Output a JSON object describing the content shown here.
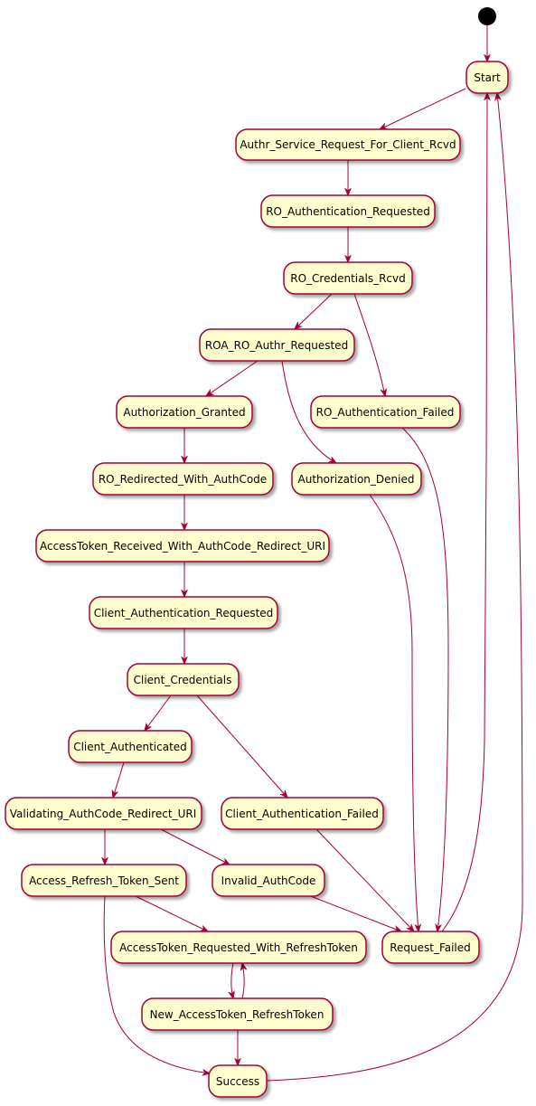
{
  "diagram": {
    "type": "state-diagram",
    "colors": {
      "state_fill": "#FEFECE",
      "state_border": "#A80036",
      "edge": "#A80036",
      "initial": "#000000",
      "text": "#000000",
      "shadow": "#bdbdbd"
    },
    "states": {
      "start": "Start",
      "authr_service_request": "Authr_Service_Request_For_Client_Rcvd",
      "ro_authentication_requested": "RO_Authentication_Requested",
      "ro_credentials_rcvd": "RO_Credentials_Rcvd",
      "roa_ro_authr_requested": "ROA_RO_Authr_Requested",
      "authorization_granted": "Authorization_Granted",
      "ro_authentication_failed": "RO_Authentication_Failed",
      "ro_redirected_with_authcode": "RO_Redirected_With_AuthCode",
      "authorization_denied": "Authorization_Denied",
      "accesstoken_received": "AccessToken_Received_With_AuthCode_Redirect_URI",
      "client_authentication_requested": "Client_Authentication_Requested",
      "client_credentials": "Client_Credentials",
      "client_authenticated": "Client_Authenticated",
      "validating_authcode": "Validating_AuthCode_Redirect_URI",
      "client_authentication_failed": "Client_Authentication_Failed",
      "access_refresh_token_sent": "Access_Refresh_Token_Sent",
      "invalid_authcode": "Invalid_AuthCode",
      "accesstoken_requested_refresh": "AccessToken_Requested_With_RefreshToken",
      "request_failed": "Request_Failed",
      "new_accesstoken_refreshtoken": "New_AccessToken_RefreshToken",
      "success": "Success"
    },
    "transitions": [
      {
        "from": "initial",
        "to": "start"
      },
      {
        "from": "start",
        "to": "authr_service_request"
      },
      {
        "from": "authr_service_request",
        "to": "ro_authentication_requested"
      },
      {
        "from": "ro_authentication_requested",
        "to": "ro_credentials_rcvd"
      },
      {
        "from": "ro_credentials_rcvd",
        "to": "roa_ro_authr_requested"
      },
      {
        "from": "ro_credentials_rcvd",
        "to": "ro_authentication_failed"
      },
      {
        "from": "roa_ro_authr_requested",
        "to": "authorization_granted"
      },
      {
        "from": "roa_ro_authr_requested",
        "to": "authorization_denied"
      },
      {
        "from": "authorization_granted",
        "to": "ro_redirected_with_authcode"
      },
      {
        "from": "ro_redirected_with_authcode",
        "to": "accesstoken_received"
      },
      {
        "from": "accesstoken_received",
        "to": "client_authentication_requested"
      },
      {
        "from": "client_authentication_requested",
        "to": "client_credentials"
      },
      {
        "from": "client_credentials",
        "to": "client_authenticated"
      },
      {
        "from": "client_credentials",
        "to": "client_authentication_failed"
      },
      {
        "from": "client_authenticated",
        "to": "validating_authcode"
      },
      {
        "from": "validating_authcode",
        "to": "access_refresh_token_sent"
      },
      {
        "from": "validating_authcode",
        "to": "invalid_authcode"
      },
      {
        "from": "access_refresh_token_sent",
        "to": "accesstoken_requested_refresh"
      },
      {
        "from": "access_refresh_token_sent",
        "to": "success"
      },
      {
        "from": "accesstoken_requested_refresh",
        "to": "new_accesstoken_refreshtoken"
      },
      {
        "from": "new_accesstoken_refreshtoken",
        "to": "accesstoken_requested_refresh"
      },
      {
        "from": "new_accesstoken_refreshtoken",
        "to": "success"
      },
      {
        "from": "ro_authentication_failed",
        "to": "request_failed"
      },
      {
        "from": "authorization_denied",
        "to": "request_failed"
      },
      {
        "from": "client_authentication_failed",
        "to": "request_failed"
      },
      {
        "from": "invalid_authcode",
        "to": "request_failed"
      },
      {
        "from": "request_failed",
        "to": "start"
      },
      {
        "from": "success",
        "to": "start"
      }
    ]
  }
}
